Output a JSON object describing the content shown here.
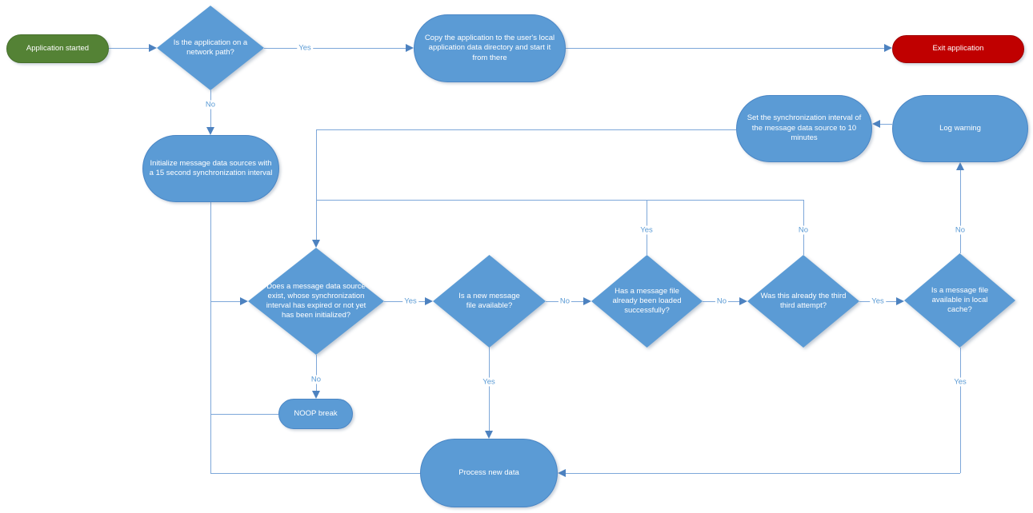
{
  "nodes": {
    "start": {
      "label": "Application started"
    },
    "network_path": {
      "label": "Is the application on a network path?"
    },
    "copy_app": {
      "label": "Copy the application to the user's local application data directory and start it from there"
    },
    "exit_app": {
      "label": "Exit application"
    },
    "init_sources": {
      "label": "Initialize message data sources with a 15 second synchronization interval"
    },
    "set_sync": {
      "label": "Set the synchronization interval of the message data source to 10 minutes"
    },
    "log_warning": {
      "label": "Log warning"
    },
    "source_exists": {
      "label": "Does a message data source exist, whose synchronization interval has expired or not yet has been initialized?"
    },
    "new_file": {
      "label": "Is a new message file available?"
    },
    "file_loaded": {
      "label": "Has a message file already been loaded successfully?"
    },
    "third_attempt": {
      "label": "Was this already the third third attempt?"
    },
    "local_cache": {
      "label": "Is a message file available in local cache?"
    },
    "noop": {
      "label": "NOOP break"
    },
    "process": {
      "label": "Process new data"
    }
  },
  "edge_labels": {
    "network_yes": "Yes",
    "network_no": "No",
    "source_exists_yes": "Yes",
    "source_exists_no": "No",
    "new_file_no": "No",
    "new_file_yes": "Yes",
    "file_loaded_no": "No",
    "file_loaded_yes": "Yes",
    "third_attempt_no": "No",
    "third_attempt_yes": "Yes",
    "local_cache_no": "No",
    "local_cache_yes": "Yes"
  },
  "colors": {
    "process_blue": "#5b9bd5",
    "start_green": "#548235",
    "terminator_red": "#c00000",
    "connector_blue": "#7da7d9"
  }
}
